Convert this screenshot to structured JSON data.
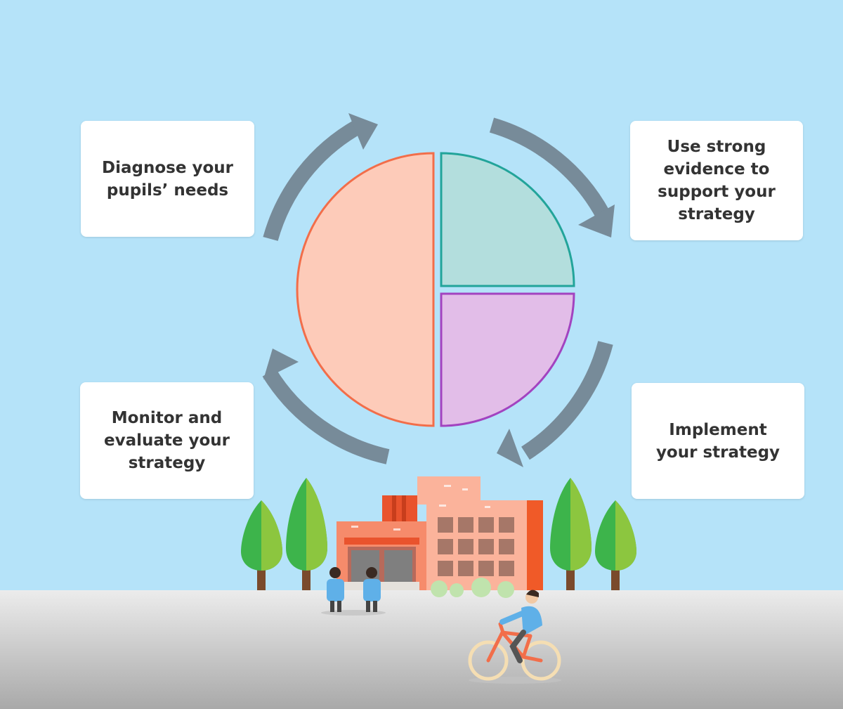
{
  "steps": [
    {
      "id": "diagnose",
      "label": "Diagnose your\npupils’ needs"
    },
    {
      "id": "evidence",
      "label": "Use strong\nevidence to\nsupport your\nstrategy"
    },
    {
      "id": "implement",
      "label": "Implement\nyour strategy"
    },
    {
      "id": "monitor",
      "label": "Monitor and\nevaluate your\nstrategy"
    }
  ],
  "colors": {
    "sky": "#b5e3f9",
    "arrow": "#778b99",
    "half_fill": "#fdcbb9",
    "half_stroke": "#f26e4a",
    "quarter_top_fill": "#b3dedd",
    "quarter_top_stroke": "#22a49a",
    "quarter_bottom_fill": "#e2bde8",
    "quarter_bottom_stroke": "#a243c0",
    "ground": "#dcdcdc"
  }
}
